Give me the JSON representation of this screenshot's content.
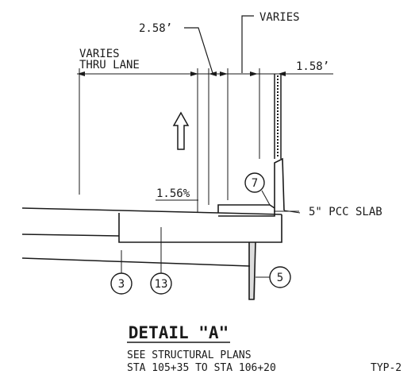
{
  "dimensions": {
    "varies_top": "VARIES",
    "dim_258": "2.58’",
    "varies_thru_line1": "VARIES",
    "varies_thru_line2": "THRU LANE",
    "dim_158": "1.58’",
    "slope": "1.56%",
    "slab": "5\" PCC SLAB"
  },
  "callouts": {
    "c7": "7",
    "c3": "3",
    "c13": "13",
    "c5": "5"
  },
  "detail": {
    "title": "DETAIL \"A\"",
    "note1": "SEE STRUCTURAL PLANS",
    "note2": "STA 105+35 TO STA 106+20",
    "sheet": "TYP-2"
  }
}
